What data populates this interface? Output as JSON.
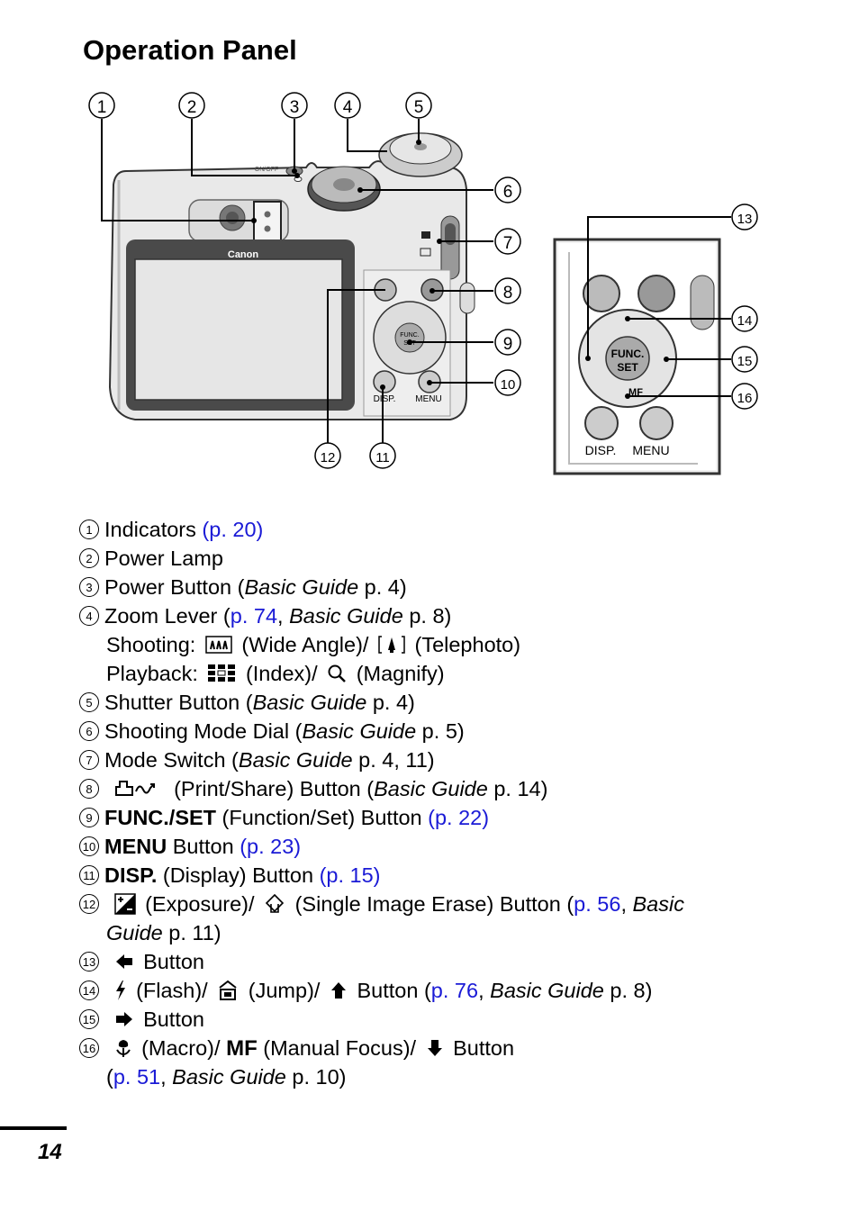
{
  "heading": "Operation Panel",
  "figure": {
    "brand": "Canon",
    "power_text": "ON/OFF",
    "func_label": "FUNC.",
    "set_label": "SET",
    "mf_label": "MF",
    "disp_label": "DISP.",
    "menu_label": "MENU",
    "callouts": [
      "1",
      "2",
      "3",
      "4",
      "5",
      "6",
      "7",
      "8",
      "9",
      "10",
      "11",
      "12",
      "13",
      "14",
      "15",
      "16"
    ]
  },
  "legend": {
    "n": [
      "1",
      "2",
      "3",
      "4",
      "5",
      "6",
      "7",
      "8",
      "9",
      "10",
      "11",
      "12",
      "13",
      "14",
      "15",
      "16"
    ],
    "item1": {
      "text": "Indicators ",
      "link": "(p. 20)"
    },
    "item2": {
      "text": "Power Lamp"
    },
    "item3": {
      "a": "Power Button (",
      "guide": "Basic Guide",
      "b": " p. 4)"
    },
    "item4": {
      "a": "Zoom Lever (",
      "link": "p. 74",
      "sep": ", ",
      "guide": "Basic Guide",
      "b": " p. 8)",
      "shooting_label": "Shooting:",
      "wide": "(Wide Angle)/",
      "tele": "(Telephoto)",
      "playback_label": "Playback:",
      "index": "(Index)/",
      "magnify": "(Magnify)"
    },
    "item5": {
      "a": "Shutter Button (",
      "guide": "Basic Guide",
      "b": " p. 4)"
    },
    "item6": {
      "a": "Shooting Mode Dial (",
      "guide": "Basic Guide",
      "b": " p. 5)"
    },
    "item7": {
      "a": "Mode Switch (",
      "guide": "Basic Guide",
      "b": " p. 4, 11)"
    },
    "item8": {
      "a": "(Print/Share) Button (",
      "guide": "Basic Guide",
      "b": " p. 14)"
    },
    "item9": {
      "bold": "FUNC./SET",
      "text": " (Function/Set) Button ",
      "link": "(p. 22)"
    },
    "item10": {
      "bold": "MENU",
      "text": " Button ",
      "link": "(p. 23)"
    },
    "item11": {
      "bold": "DISP.",
      "text": " (Display) Button ",
      "link": "(p. 15)"
    },
    "item12": {
      "a": "(Exposure)/",
      "b": "(Single Image Erase) Button (",
      "link": "p. 56",
      "sep": ", ",
      "guide1": "Basic",
      "guide2": "Guide",
      "c": " p. 11)"
    },
    "item13": {
      "text": "Button"
    },
    "item14": {
      "a": "(Flash)/",
      "b": "(Jump)/",
      "c": "Button (",
      "link": "p. 76",
      "sep": ", ",
      "guide": "Basic Guide",
      "d": " p. 8)"
    },
    "item15": {
      "text": "Button"
    },
    "item16": {
      "a": "(Macro)/",
      "mf": "MF",
      "b": "(Manual Focus)/",
      "c": "Button",
      "d": "(",
      "link": "p. 51",
      "sep": ", ",
      "guide": "Basic Guide",
      "e": " p. 10)"
    }
  },
  "page_number": "14"
}
